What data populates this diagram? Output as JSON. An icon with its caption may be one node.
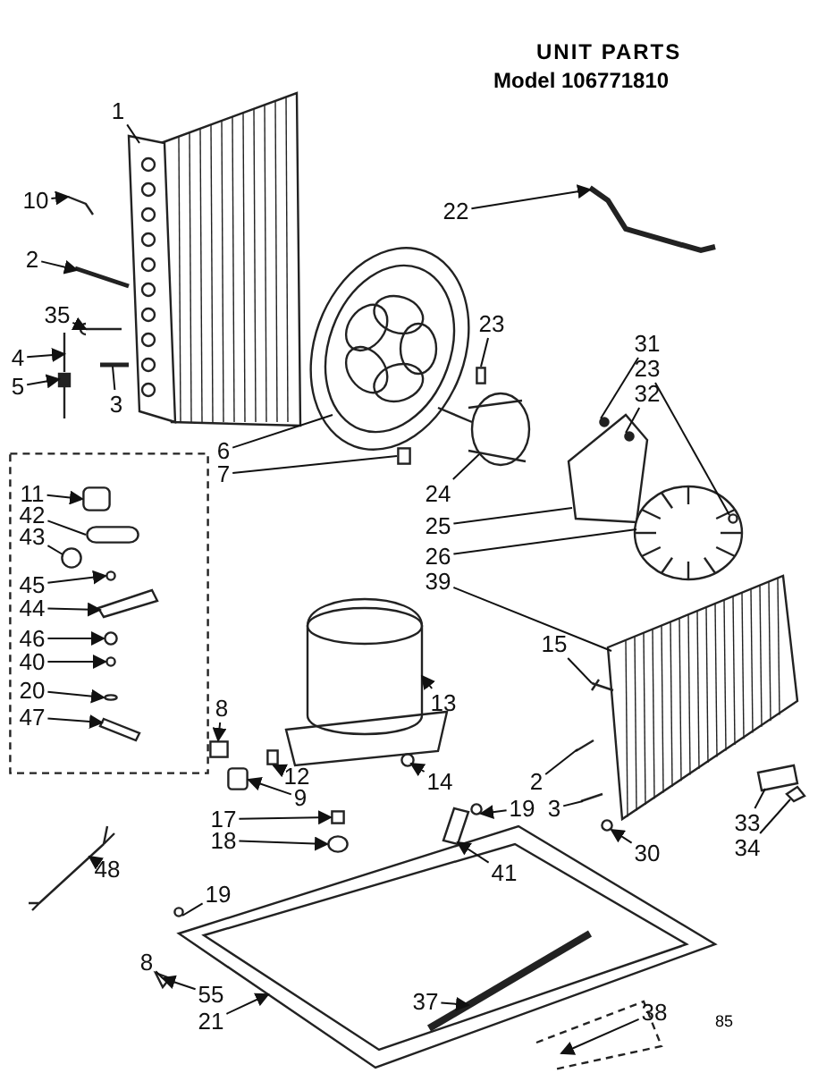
{
  "diagram": {
    "title": "UNIT PARTS",
    "nodes": [
      {
        "text": [
          "1"
        ]
      },
      {
        "text": [
          "10"
        ]
      },
      {
        "text": [
          "22"
        ]
      },
      {
        "text": [
          "2"
        ]
      },
      {
        "text": [
          "23"
        ]
      },
      {
        "text": [
          "35"
        ]
      },
      {
        "text": [
          "31"
        ]
      },
      {
        "text": [
          "23"
        ]
      },
      {
        "text": [
          "32"
        ]
      },
      {
        "text": [
          "4"
        ]
      },
      {
        "text": [
          "5"
        ]
      },
      {
        "text": [
          "3"
        ]
      },
      {
        "text": [
          "6"
        ]
      },
      {
        "text": [
          "7"
        ]
      },
      {
        "text": [
          "24"
        ]
      },
      {
        "text": [
          "25"
        ]
      },
      {
        "text": [
          "26"
        ]
      },
      {
        "text": [
          "39"
        ]
      },
      {
        "text": [],
        "shape": "box"
      },
      {
        "text": [
          "11"
        ],
        "in": 18
      },
      {
        "text": [
          "42"
        ],
        "in": 18
      },
      {
        "text": [
          "43"
        ],
        "in": 18
      },
      {
        "text": [
          "45"
        ],
        "in": 18
      },
      {
        "text": [
          "44"
        ],
        "in": 18
      },
      {
        "text": [
          "46"
        ],
        "in": 18
      },
      {
        "text": [
          "40"
        ],
        "in": 18
      },
      {
        "text": [
          "20"
        ],
        "in": 18
      },
      {
        "text": [
          "47"
        ],
        "in": 18
      },
      {
        "text": [
          "15"
        ]
      },
      {
        "text": [
          "13"
        ]
      },
      {
        "text": [
          "8"
        ]
      },
      {
        "text": [
          "12"
        ]
      },
      {
        "text": [
          "9"
        ]
      },
      {
        "text": [
          "14"
        ]
      },
      {
        "text": [
          "2"
        ]
      },
      {
        "text": [
          "17"
        ]
      },
      {
        "text": [
          "18"
        ]
      },
      {
        "text": [
          "19"
        ]
      },
      {
        "text": [
          "3"
        ]
      },
      {
        "text": [
          "33"
        ]
      },
      {
        "text": [
          "34"
        ]
      },
      {
        "text": [
          "41"
        ],
        "in": 95
      },
      {
        "text": [
          "30"
        ]
      },
      {
        "text": [
          "48"
        ]
      },
      {
        "text": [
          "19"
        ]
      },
      {
        "text": [
          "8"
        ]
      },
      {
        "text": [
          "55"
        ]
      },
      {
        "text": [
          "21"
        ]
      },
      {
        "text": [
          "37"
        ],
        "in": 95
      },
      {
        "text": [
          "38"
        ]
      },
      {
        "text": [],
        "shape": "picture"
      },
      {
        "text": [],
        "shape": "picture"
      },
      {
        "text": [],
        "shape": "picture"
      },
      {
        "text": [],
        "shape": "picture"
      },
      {
        "text": [],
        "shape": "box"
      },
      {
        "text": [],
        "shape": "picture"
      },
      {
        "text": [],
        "shape": "circle"
      },
      {
        "text": [],
        "shape": "circle",
        "in": 66
      },
      {
        "text": [],
        "shape": "circle",
        "in": 65
      },
      {
        "text": [],
        "shape": "picture"
      },
      {
        "text": [],
        "shape": "picture"
      },
      {
        "text": [],
        "shape": "picture"
      },
      {
        "text": [],
        "shape": "picture"
      },
      {
        "text": [],
        "shape": "box"
      },
      {
        "text": [],
        "shape": "picture"
      },
      {
        "text": [],
        "shape": "picture"
      },
      {
        "text": [],
        "shape": "picture"
      },
      {
        "text": [],
        "shape": "picture"
      },
      {
        "text": [],
        "shape": "box",
        "in": 18
      },
      {
        "text": [],
        "shape": "box",
        "in": 18
      },
      {
        "text": [],
        "shape": "circle",
        "in": 18
      },
      {
        "text": [],
        "shape": "circle",
        "in": 18
      },
      {
        "text": [],
        "shape": "picture",
        "in": 18
      },
      {
        "text": [],
        "shape": "circle",
        "in": 18
      },
      {
        "text": [],
        "shape": "circle",
        "in": 18
      },
      {
        "text": [],
        "shape": "circle",
        "in": 18
      },
      {
        "text": [],
        "shape": "picture",
        "in": 18
      },
      {
        "text": [],
        "shape": "picture"
      },
      {
        "text": [],
        "shape": "picture"
      },
      {
        "text": [],
        "shape": "box"
      },
      {
        "text": [],
        "shape": "box"
      },
      {
        "text": [],
        "shape": "box"
      },
      {
        "text": [],
        "shape": "circle"
      },
      {
        "text": [],
        "shape": "picture"
      },
      {
        "text": [],
        "shape": "box"
      },
      {
        "text": [],
        "shape": "circle"
      },
      {
        "text": [],
        "shape": "circle"
      },
      {
        "text": [],
        "shape": "picture"
      },
      {
        "text": [],
        "shape": "picture"
      },
      {
        "text": [],
        "shape": "picture"
      },
      {
        "text": [],
        "shape": "picture"
      },
      {
        "text": [],
        "shape": "circle"
      },
      {
        "text": [],
        "shape": "picture"
      },
      {
        "text": [],
        "shape": "circle"
      },
      {
        "text": [],
        "shape": "picture"
      },
      {
        "text": [],
        "shape": "picture"
      },
      {
        "text": [],
        "shape": "picture",
        "in": 95
      },
      {
        "text": [],
        "shape": "picture"
      }
    ],
    "edges": [
      {
        "from": 0,
        "to": 50,
        "arrow": "none"
      },
      {
        "from": 1,
        "to": 51,
        "arrow": "to"
      },
      {
        "from": 2,
        "to": 52,
        "arrow": "to"
      },
      {
        "from": 3,
        "to": 53,
        "arrow": "to"
      },
      {
        "from": 4,
        "to": 54,
        "arrow": "none"
      },
      {
        "from": 5,
        "to": 55,
        "arrow": "to"
      },
      {
        "from": 6,
        "to": 56,
        "arrow": "none"
      },
      {
        "from": 7,
        "to": 57,
        "arrow": "none"
      },
      {
        "from": 8,
        "to": 58,
        "arrow": "none"
      },
      {
        "from": 9,
        "to": 59,
        "arrow": "to"
      },
      {
        "from": 10,
        "to": 60,
        "arrow": "to"
      },
      {
        "from": 11,
        "to": 61,
        "arrow": "none"
      },
      {
        "from": 12,
        "to": 62,
        "arrow": "none"
      },
      {
        "from": 13,
        "to": 63,
        "arrow": "none"
      },
      {
        "from": 14,
        "to": 64,
        "arrow": "none"
      },
      {
        "from": 15,
        "to": 65,
        "arrow": "none"
      },
      {
        "from": 16,
        "to": 66,
        "arrow": "none"
      },
      {
        "from": 17,
        "to": 67,
        "arrow": "none"
      },
      {
        "from": 19,
        "to": 68,
        "arrow": "to"
      },
      {
        "from": 20,
        "to": 69,
        "arrow": "none"
      },
      {
        "from": 21,
        "to": 70,
        "arrow": "none"
      },
      {
        "from": 22,
        "to": 71,
        "arrow": "to"
      },
      {
        "from": 23,
        "to": 72,
        "arrow": "to"
      },
      {
        "from": 24,
        "to": 73,
        "arrow": "to"
      },
      {
        "from": 25,
        "to": 74,
        "arrow": "to"
      },
      {
        "from": 26,
        "to": 75,
        "arrow": "to"
      },
      {
        "from": 27,
        "to": 76,
        "arrow": "to"
      },
      {
        "from": 28,
        "to": 77,
        "arrow": "none"
      },
      {
        "from": 29,
        "to": 78,
        "arrow": "to"
      },
      {
        "from": 30,
        "to": 79,
        "arrow": "to"
      },
      {
        "from": 31,
        "to": 80,
        "arrow": "to"
      },
      {
        "from": 32,
        "to": 81,
        "arrow": "to"
      },
      {
        "from": 33,
        "to": 82,
        "arrow": "to"
      },
      {
        "from": 34,
        "to": 83,
        "arrow": "none"
      },
      {
        "from": 35,
        "to": 84,
        "arrow": "to"
      },
      {
        "from": 36,
        "to": 85,
        "arrow": "to"
      },
      {
        "from": 37,
        "to": 86,
        "arrow": "to"
      },
      {
        "from": 38,
        "to": 87,
        "arrow": "none"
      },
      {
        "from": 39,
        "to": 88,
        "arrow": "none"
      },
      {
        "from": 40,
        "to": 89,
        "arrow": "none"
      },
      {
        "from": 41,
        "to": 90,
        "arrow": "to"
      },
      {
        "from": 42,
        "to": 91,
        "arrow": "to"
      },
      {
        "from": 43,
        "to": 92,
        "arrow": "to"
      },
      {
        "from": 44,
        "to": 93,
        "arrow": "none"
      },
      {
        "from": 45,
        "to": 94,
        "arrow": "none"
      },
      {
        "from": 46,
        "to": 94,
        "arrow": "to"
      },
      {
        "from": 47,
        "to": 95,
        "arrow": "to"
      },
      {
        "from": 48,
        "to": 96,
        "arrow": "to"
      },
      {
        "from": 49,
        "to": 97,
        "arrow": "to"
      }
    ],
    "labels": [
      "Model 106771810",
      "85"
    ]
  }
}
